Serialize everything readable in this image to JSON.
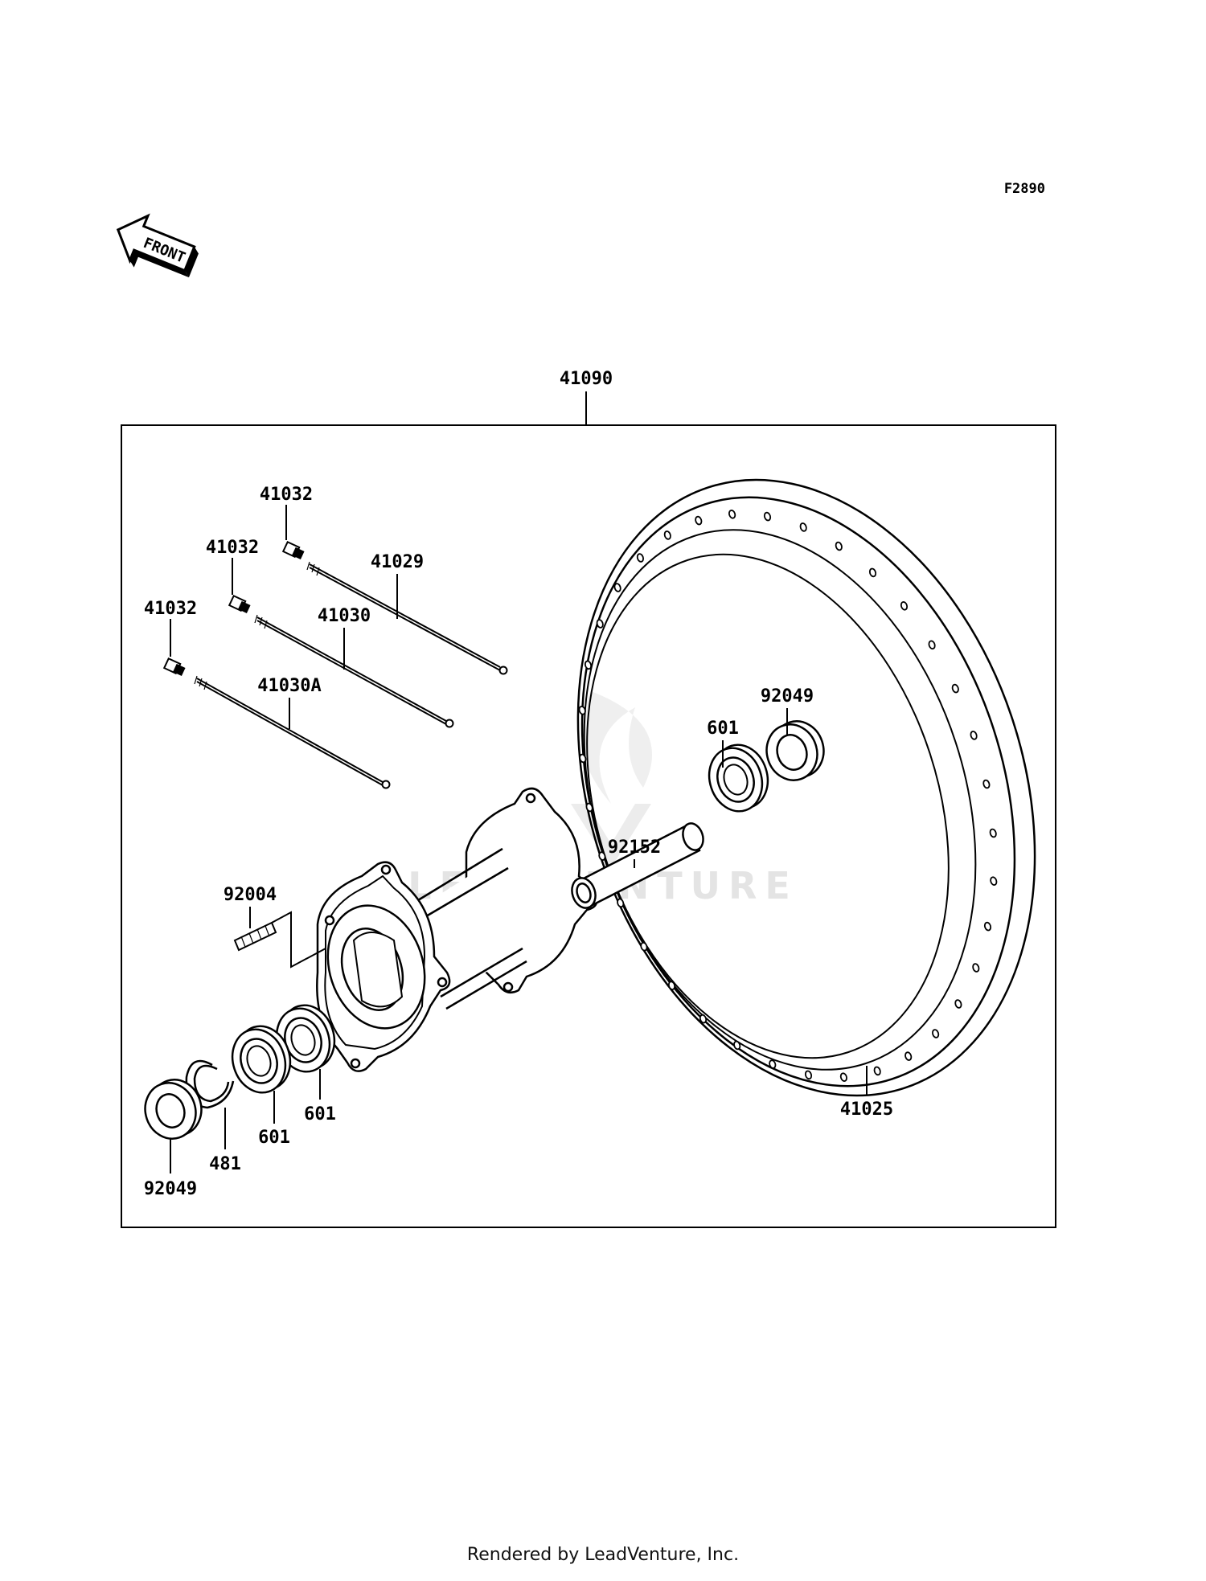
{
  "diagram": {
    "figure_code": "F2890",
    "front_arrow_text": "FRONT",
    "assembly_label": "41090",
    "watermark_text": "LEADVENTURE",
    "parts": [
      {
        "id": "spoke-nipple-1",
        "label": "41032"
      },
      {
        "id": "spoke-nipple-2",
        "label": "41032"
      },
      {
        "id": "spoke-nipple-3",
        "label": "41032"
      },
      {
        "id": "spoke-41029",
        "label": "41029"
      },
      {
        "id": "spoke-41030",
        "label": "41030"
      },
      {
        "id": "spoke-41030a",
        "label": "41030A"
      },
      {
        "id": "bearing-right",
        "label": "601"
      },
      {
        "id": "seal-right",
        "label": "92049"
      },
      {
        "id": "spacer",
        "label": "92152"
      },
      {
        "id": "stud",
        "label": "92004"
      },
      {
        "id": "bearing-left-inner",
        "label": "601"
      },
      {
        "id": "bearing-left-outer",
        "label": "601"
      },
      {
        "id": "circlip",
        "label": "481"
      },
      {
        "id": "seal-left",
        "label": "92049"
      },
      {
        "id": "rim",
        "label": "41025"
      }
    ]
  },
  "footer": {
    "text": "Rendered by LeadVenture, Inc."
  }
}
